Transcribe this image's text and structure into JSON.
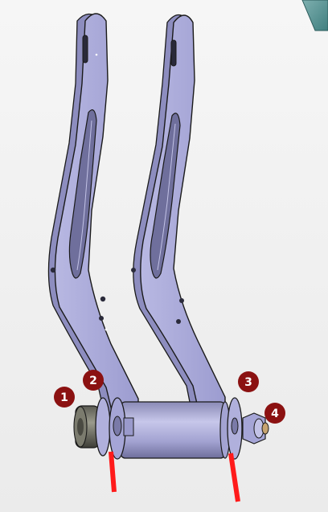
{
  "viewport": {
    "label": "3D CAD viewport",
    "colors": {
      "background": "#efefef",
      "part_fill": "#a9a9d8",
      "part_shade": "#8d8dbf",
      "part_light": "#c2c2e6",
      "edge": "#1a1a1a",
      "callout": "#8b1111",
      "leader": "#ff1a1a",
      "corner_accent": "#3f7f7f"
    }
  },
  "callouts": [
    {
      "id": "callout-1",
      "label": "1"
    },
    {
      "id": "callout-2",
      "label": "2"
    },
    {
      "id": "callout-3",
      "label": "3"
    },
    {
      "id": "callout-4",
      "label": "4"
    }
  ]
}
